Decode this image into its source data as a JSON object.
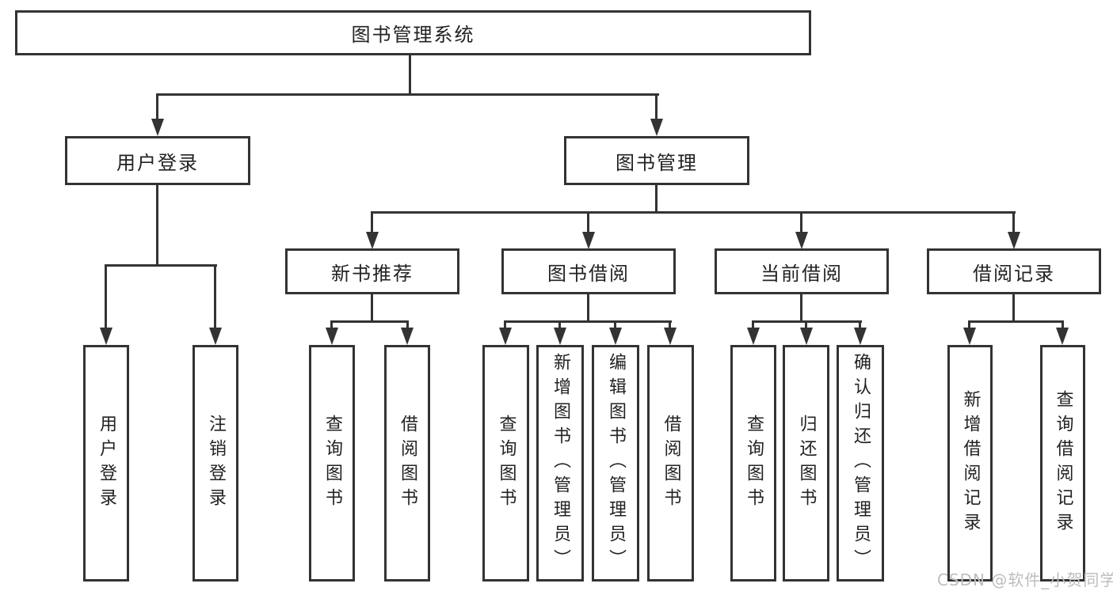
{
  "title": "图书管理系统",
  "tree": {
    "label": "图书管理系统",
    "children": [
      {
        "label": "用户登录",
        "children": [
          {
            "label": "用户登录"
          },
          {
            "label": "注销登录"
          }
        ]
      },
      {
        "label": "图书管理",
        "children": [
          {
            "label": "新书推荐",
            "children": [
              {
                "label": "查询图书"
              },
              {
                "label": "借阅图书"
              }
            ]
          },
          {
            "label": "图书借阅",
            "children": [
              {
                "label": "查询图书"
              },
              {
                "label": "新增图书（管理员）"
              },
              {
                "label": "编辑图书（管理员）"
              },
              {
                "label": "借阅图书"
              }
            ]
          },
          {
            "label": "当前借阅",
            "children": [
              {
                "label": "查询图书"
              },
              {
                "label": "归还图书"
              },
              {
                "label": "确认归还（管理员）"
              }
            ]
          },
          {
            "label": "借阅记录",
            "children": [
              {
                "label": "新增借阅记录"
              },
              {
                "label": "查询借阅记录"
              }
            ]
          }
        ]
      }
    ]
  },
  "watermark": "CSDN @软件_小贺同学",
  "colors": {
    "line": "#333333",
    "text": "#222222",
    "watermark": "#bdbdbd",
    "background": "#ffffff"
  }
}
